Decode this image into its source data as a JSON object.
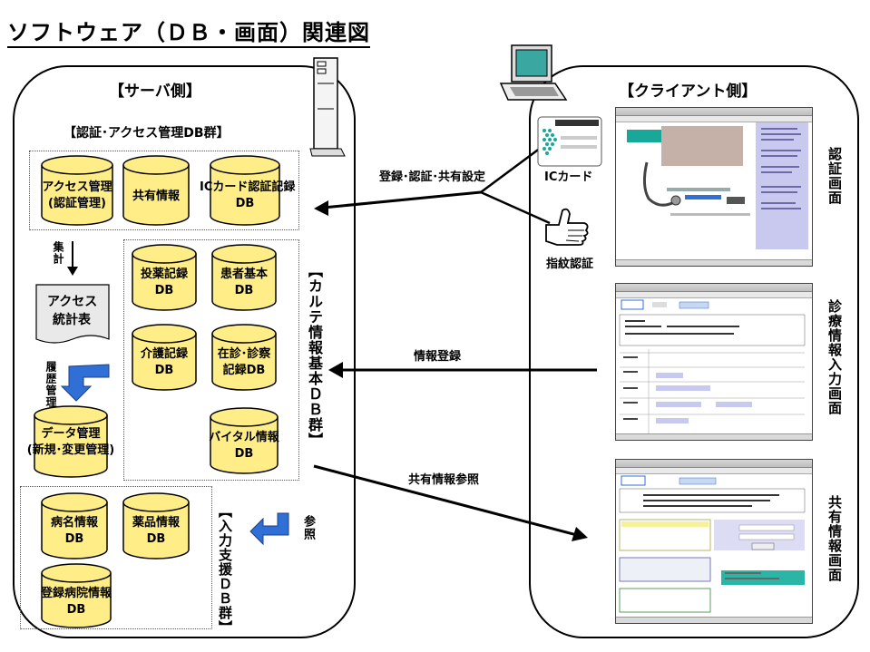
{
  "title": "ソフトウェア（ＤＢ・画面）関連図",
  "server": {
    "header": "【サーバ側】",
    "auth_group_label": "【認証･アクセス管理DB群】",
    "auth_dbs": [
      {
        "line1": "アクセス管理",
        "line2": "(認証管理)"
      },
      {
        "line1": "共有情報",
        "line2": ""
      },
      {
        "line1": "ICカード認証記録",
        "line2": "DB"
      }
    ],
    "aggregate_label": "集計",
    "access_stats": {
      "line1": "アクセス",
      "line2": "統計表"
    },
    "history_label": "履歴管理",
    "data_mgmt": {
      "line1": "データ管理",
      "line2": "(新規･変更管理)"
    },
    "karte_group_label": "【カルテ情報基本ＤＢ群】",
    "karte_dbs": [
      {
        "line1": "投薬記録",
        "line2": "DB"
      },
      {
        "line1": "患者基本",
        "line2": "DB"
      },
      {
        "line1": "介護記録",
        "line2": "DB"
      },
      {
        "line1": "在診･診察",
        "line2": "記録DB"
      },
      {
        "line1": "バイタル情報",
        "line2": "DB"
      }
    ],
    "support_group_label": "【入力支援ＤＢ群】",
    "support_dbs": [
      {
        "line1": "病名情報",
        "line2": "DB"
      },
      {
        "line1": "薬品情報",
        "line2": "DB"
      },
      {
        "line1": "登録病院情報",
        "line2": "DB"
      }
    ],
    "reference_label": "参照"
  },
  "client": {
    "header": "【クライアント側】",
    "screens": [
      {
        "label": "認証画面"
      },
      {
        "label": "診療情報入力画面"
      },
      {
        "label": "共有情報画面"
      }
    ],
    "ic_card_label": "ICカード",
    "fingerprint_label": "指紋認証"
  },
  "flows": {
    "register_auth_share": "登録･認証･共有設定",
    "info_register": "情報登録",
    "share_reference": "共有情報参照"
  },
  "colors": {
    "db_fill": "#FFEE88",
    "arrow_blue": "#2F6FD6",
    "accent_teal": "#18A89A"
  }
}
